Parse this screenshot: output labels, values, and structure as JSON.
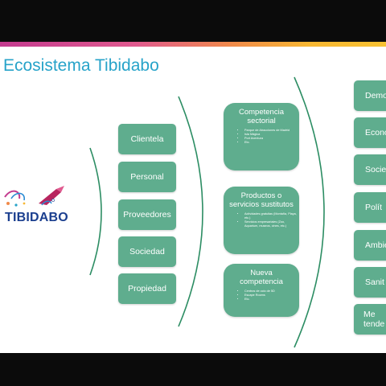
{
  "slide": {
    "title": "Ecosistema Tibidabo",
    "logo_text": "TIBIDABO"
  },
  "left_items": [
    "Clientela",
    "Personal",
    "Proveedores",
    "Sociedad",
    "Propiedad"
  ],
  "middle_groups": [
    {
      "title": "Competencia sectorial",
      "bullets": [
        "Parque de Atracciones de Madrid",
        "Isla Mágica",
        "Port Aventura",
        "Etc."
      ]
    },
    {
      "title": "Productos o servicios sustitutos",
      "bullets": [
        "Actividades gratuitas (Montaña, Playa, etc.)",
        "Servicios empresariales (Zoo, Aquarium, museos, cines, etc.)"
      ]
    },
    {
      "title": "Nueva competencia",
      "bullets": [
        "Centros de ocio de 5D",
        "Escape Rooms",
        "Etc."
      ]
    }
  ],
  "right_items": [
    "Demog",
    "Econo",
    "Socie",
    "Polít",
    "Ambie",
    "Sanit",
    "Me",
    "tende"
  ],
  "colors": {
    "accent_title": "#27a3c9",
    "box": "#5fad8e",
    "logo_text": "#1b3f8f"
  }
}
